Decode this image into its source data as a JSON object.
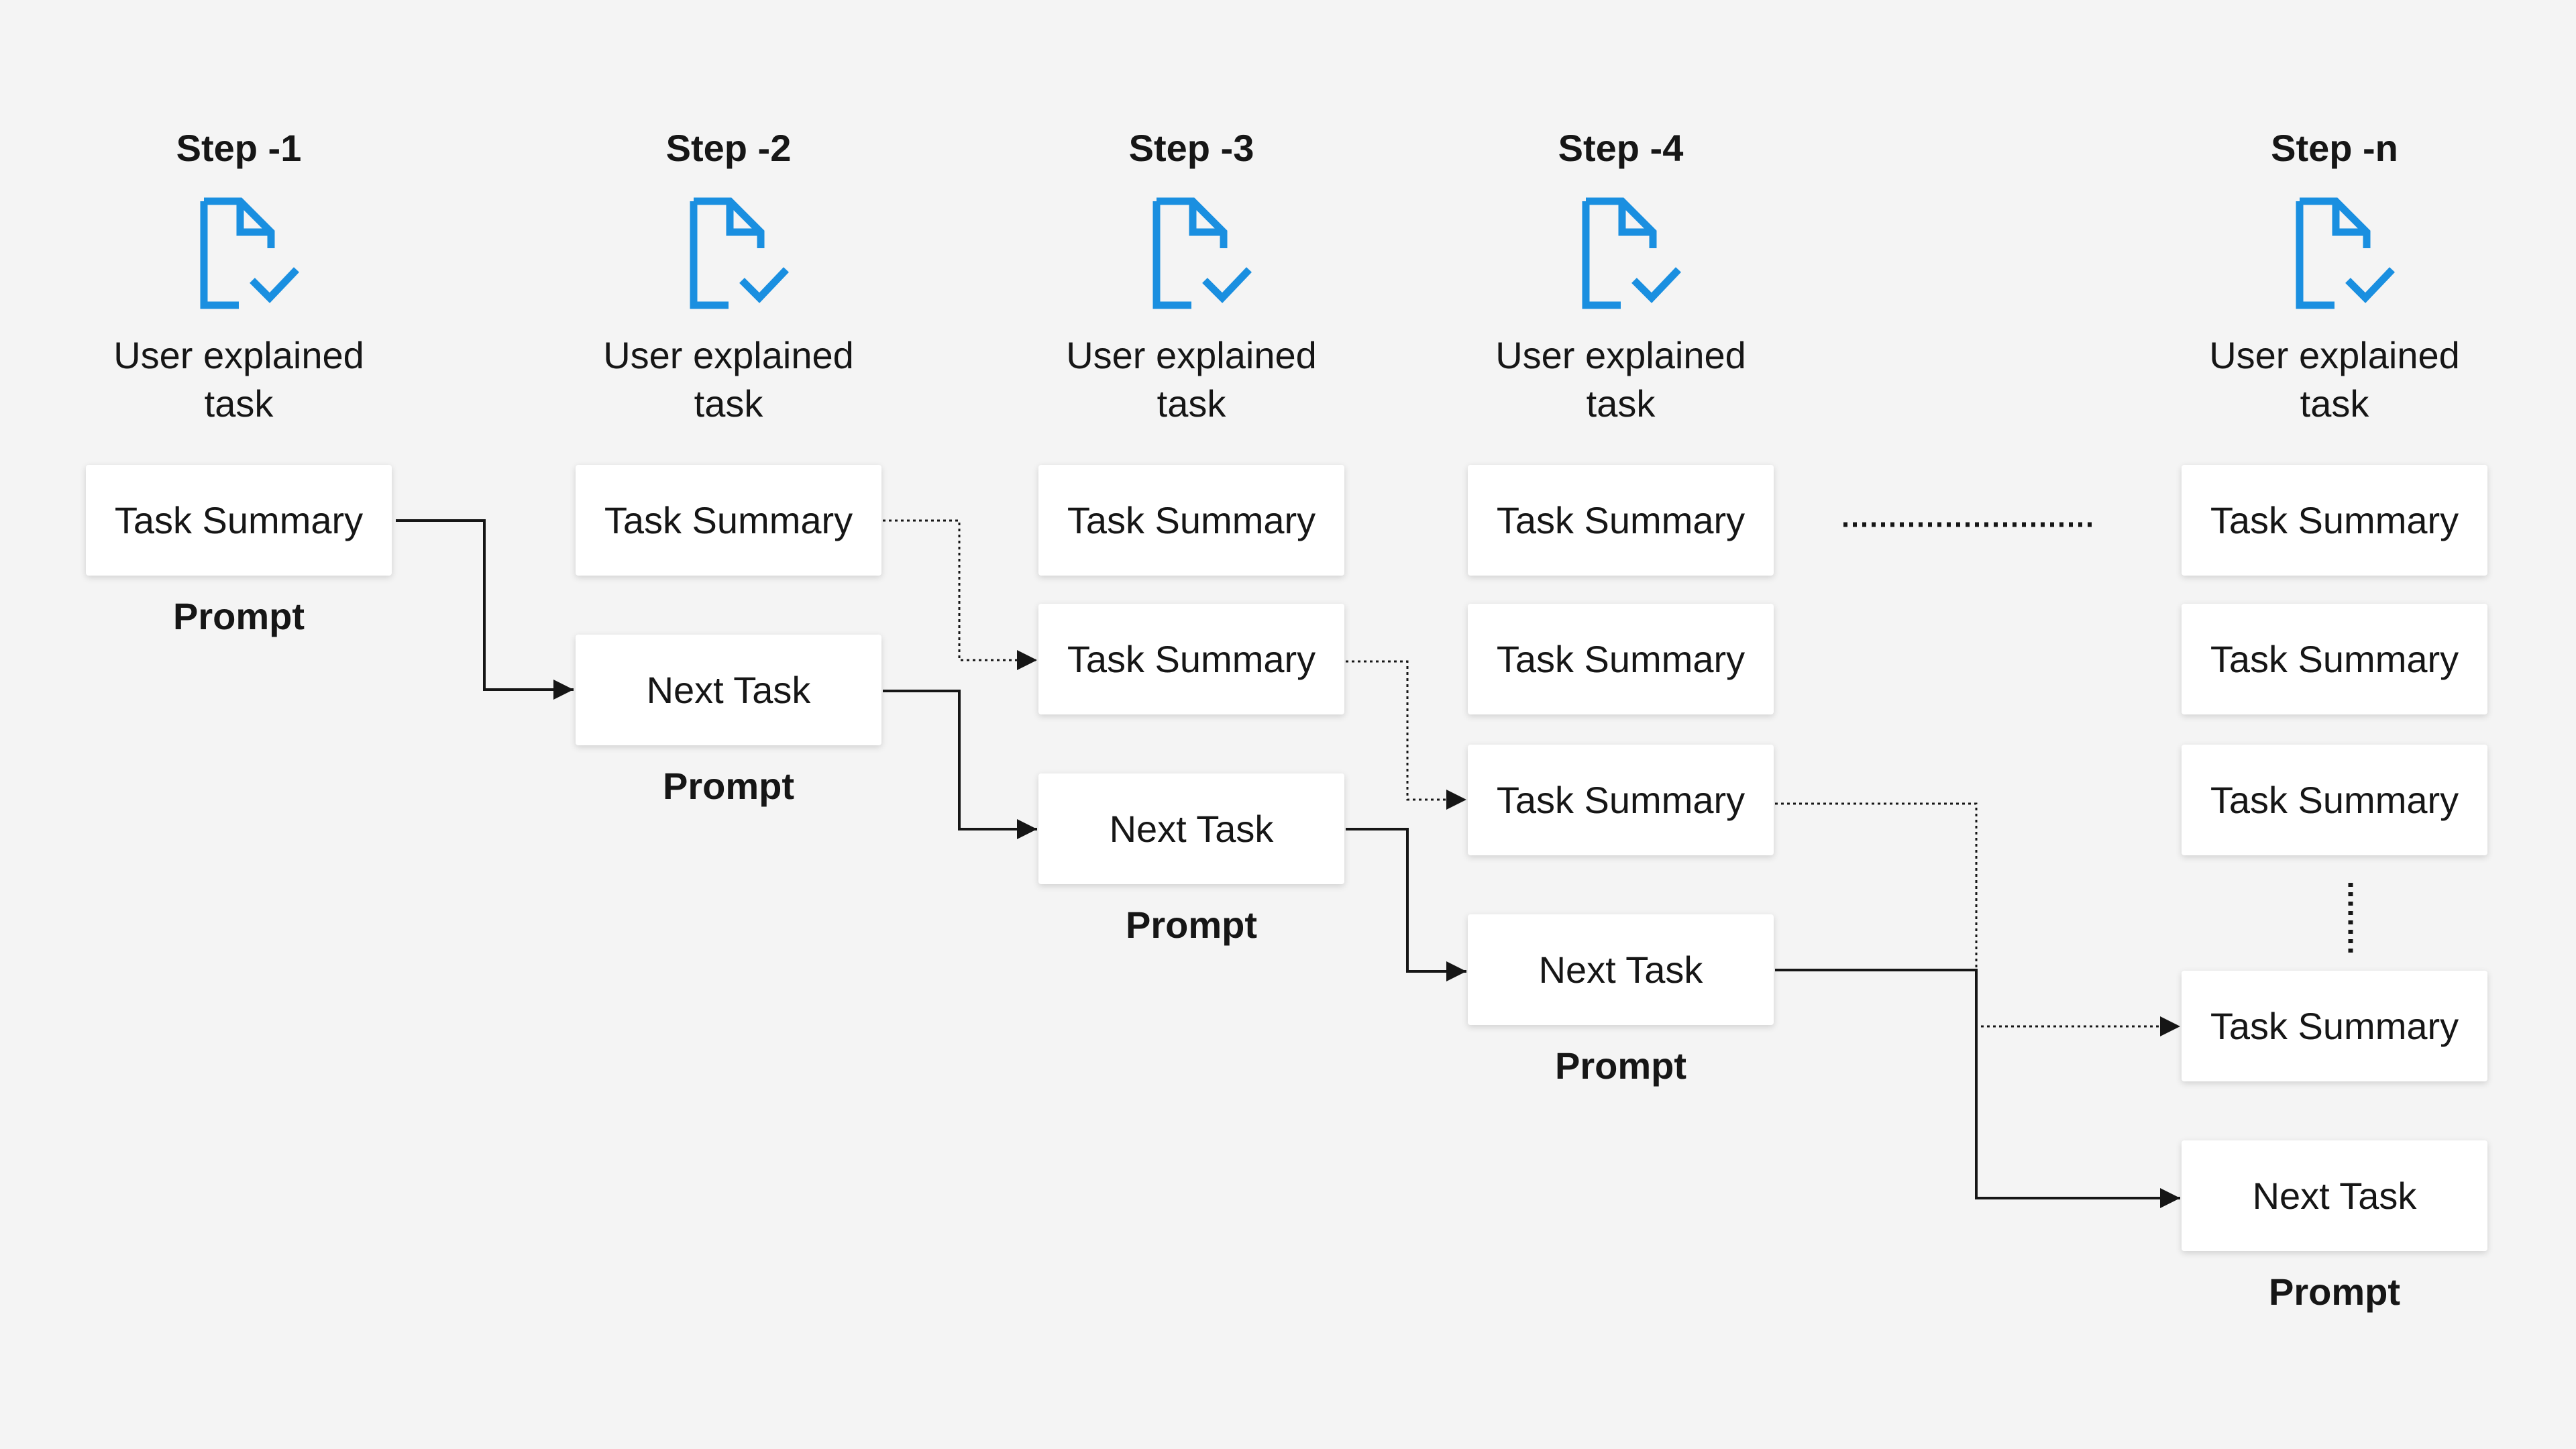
{
  "steps": [
    {
      "title": "Step -1",
      "caption_line1": "User explained",
      "caption_line2": "task",
      "boxes": [
        {
          "label": "Task Summary",
          "type": "summary"
        }
      ],
      "prompt": "Prompt"
    },
    {
      "title": "Step -2",
      "caption_line1": "User explained",
      "caption_line2": "task",
      "boxes": [
        {
          "label": "Task Summary",
          "type": "summary"
        },
        {
          "label": "Next Task",
          "type": "next"
        }
      ],
      "prompt": "Prompt"
    },
    {
      "title": "Step -3",
      "caption_line1": "User explained",
      "caption_line2": "task",
      "boxes": [
        {
          "label": "Task Summary",
          "type": "summary"
        },
        {
          "label": "Task Summary",
          "type": "summary"
        },
        {
          "label": "Next Task",
          "type": "next"
        }
      ],
      "prompt": "Prompt"
    },
    {
      "title": "Step -4",
      "caption_line1": "User explained",
      "caption_line2": "task",
      "boxes": [
        {
          "label": "Task Summary",
          "type": "summary"
        },
        {
          "label": "Task Summary",
          "type": "summary"
        },
        {
          "label": "Task Summary",
          "type": "summary"
        },
        {
          "label": "Next Task",
          "type": "next"
        }
      ],
      "prompt": "Prompt"
    },
    {
      "title": "Step -n",
      "caption_line1": "User explained",
      "caption_line2": "task",
      "boxes": [
        {
          "label": "Task Summary",
          "type": "summary"
        },
        {
          "label": "Task Summary",
          "type": "summary"
        },
        {
          "label": "Task Summary",
          "type": "summary"
        },
        {
          "label": "Task Summary",
          "type": "summary"
        },
        {
          "label": "Next Task",
          "type": "next"
        }
      ],
      "prompt": "Prompt"
    }
  ],
  "connections": [
    {
      "from": "step-1 box 1 (Task Summary)",
      "to": "step-2 box 2 (Next Task)",
      "style": "solid"
    },
    {
      "from": "step-2 box 1 (Task Summary)",
      "to": "step-3 box 2 (Task Summary)",
      "style": "dotted"
    },
    {
      "from": "step-2 box 2 (Next Task)",
      "to": "step-3 box 3 (Next Task)",
      "style": "solid"
    },
    {
      "from": "step-3 box 2 (Task Summary)",
      "to": "step-4 box 3 (Task Summary)",
      "style": "dotted"
    },
    {
      "from": "step-3 box 3 (Next Task)",
      "to": "step-4 box 4 (Next Task)",
      "style": "solid"
    },
    {
      "from": "step-4 box 3 (Task Summary)",
      "to": "step-n box 4 (Task Summary)",
      "style": "dotted"
    },
    {
      "from": "step-4 box 4 (Next Task)",
      "to": "step-n box 5 (Next Task)",
      "style": "solid"
    }
  ],
  "colors": {
    "background": "#f4f4f4",
    "box": "#ffffff",
    "icon": "#1a8fe0",
    "text": "#161616",
    "line": "#161616"
  },
  "icons": {
    "step": "document-check-icon"
  }
}
